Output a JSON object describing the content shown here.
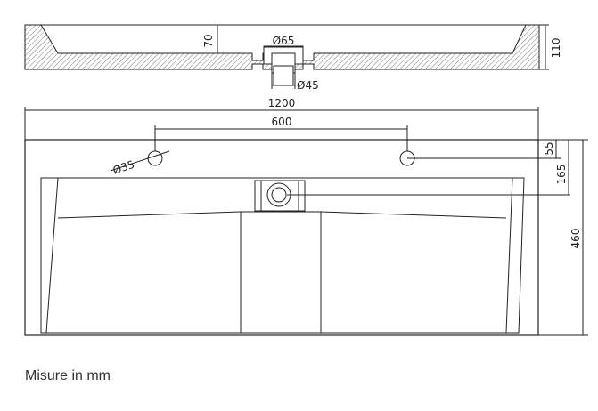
{
  "section_view": {
    "dim_depth": "70",
    "dim_height": "110",
    "dim_drain_top": "Ø65",
    "dim_drain_bottom": "Ø45"
  },
  "top_view": {
    "dim_width": "1200",
    "dim_hole_spacing": "600",
    "dim_hole_dia": "Ø35",
    "dim_hole_offset": "55",
    "dim_drain_offset": "165",
    "dim_depth": "460"
  },
  "caption": "Misure in mm"
}
